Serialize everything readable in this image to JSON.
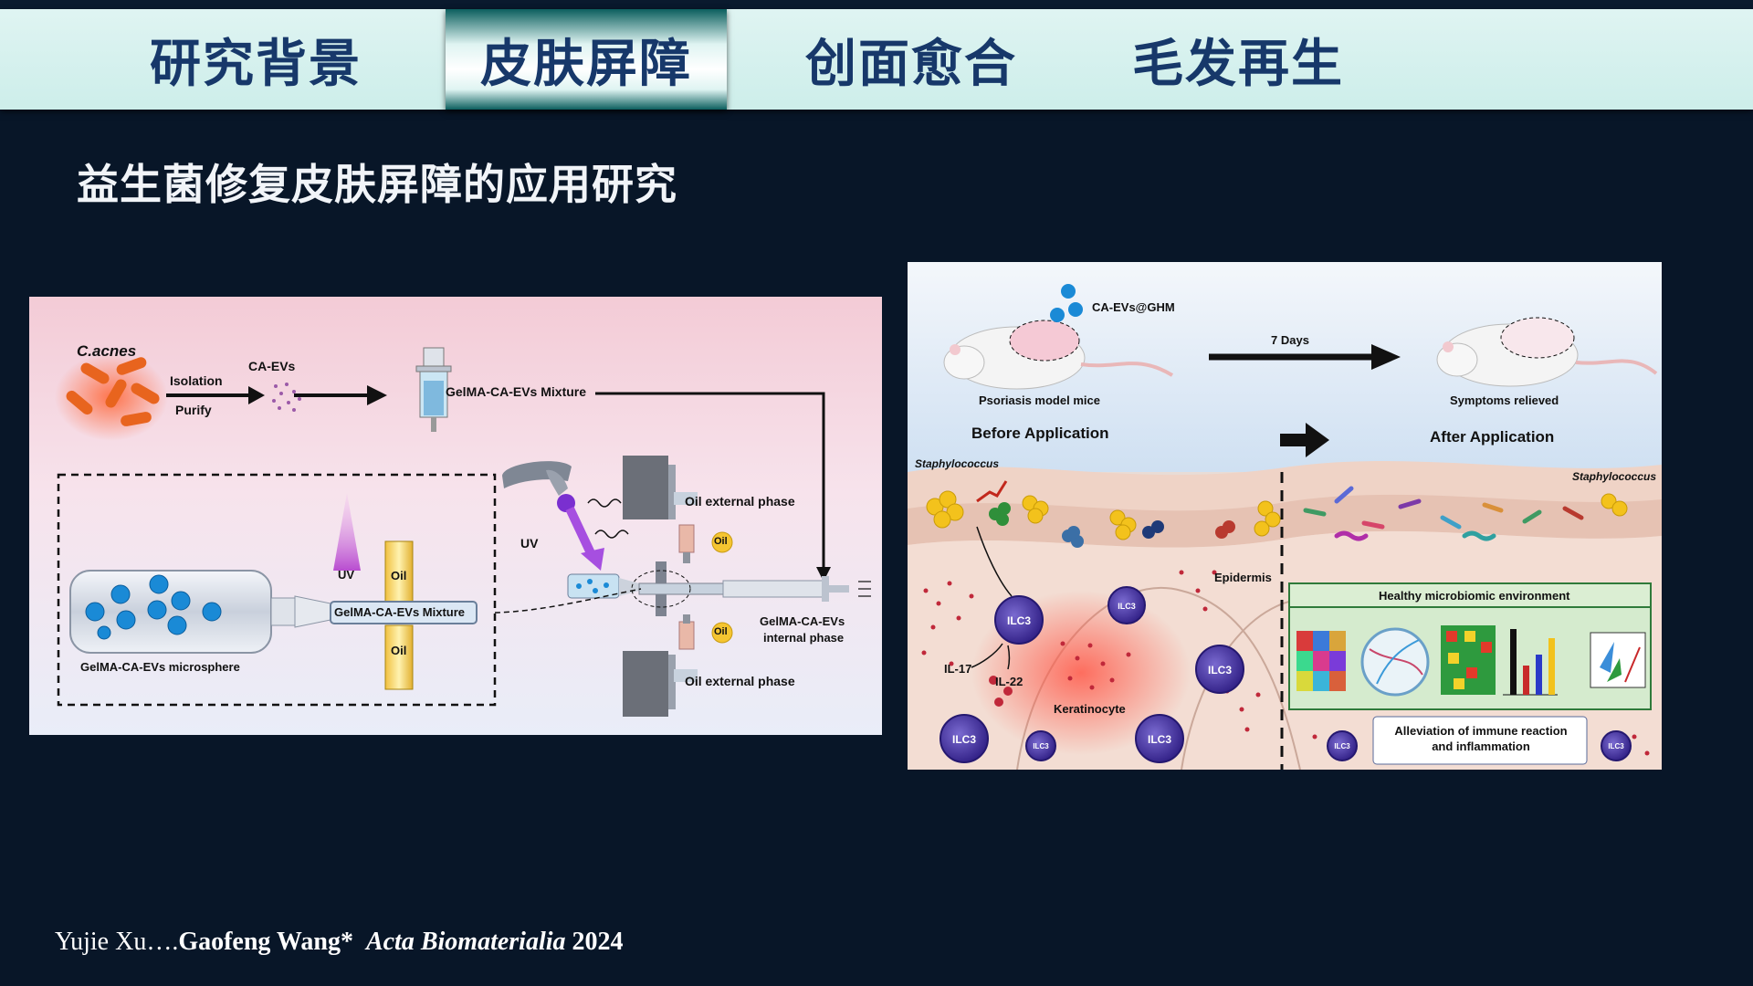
{
  "nav": {
    "tabs": [
      {
        "label": "研究背景",
        "active": false
      },
      {
        "label": "皮肤屏障",
        "active": true
      },
      {
        "label": "创面愈合",
        "active": false
      },
      {
        "label": "毛发再生",
        "active": false
      }
    ]
  },
  "title": "益生菌修复皮肤屏障的应用研究",
  "figure_left": {
    "bacteria_name": "C.acnes",
    "isolation": "Isolation",
    "purify": "Purify",
    "ca_evs": "CA-EVs",
    "syringe_mixture": "GelMA-CA-EVs Mixture",
    "uv_lamp": "UV",
    "oil_external_top": "Oil external phase",
    "oil_external_bottom": "Oil external phase",
    "oil": "Oil",
    "internal_phase_1": "GelMA-CA-EVs",
    "internal_phase_2": "internal phase",
    "inset_uv": "UV",
    "inset_oil_top": "Oil",
    "inset_oil_bottom": "Oil",
    "inset_mixture": "GelMA-CA-EVs Mixture",
    "microsphere": "GelMA-CA-EVs microsphere"
  },
  "figure_right": {
    "ca_evs_ghm": "CA-EVs@GHM",
    "days": "7 Days",
    "psoriasis_mice": "Psoriasis model mice",
    "before": "Before Application",
    "symptoms": "Symptoms relieved",
    "after": "After Application",
    "staph_left": "Staphylococcus",
    "staph_right": "Staphylococcus",
    "epidermis": "Epidermis",
    "healthy": "Healthy microbiomic environment",
    "il17": "IL-17",
    "il22": "IL-22",
    "keratinocyte": "Keratinocyte",
    "ilc3": "ILC3",
    "alleviation_1": "Alleviation of immune reaction",
    "alleviation_2": "and inflammation"
  },
  "citation": {
    "authors_a": "Yujie Xu….",
    "authors_b": "Gaofeng Wang*",
    "journal": "Acta Biomaterialia",
    "year": "2024"
  },
  "colors": {
    "background": "#081628",
    "nav_bg": "#d6f1ee",
    "tab_text": "#17386a",
    "title_text": "#f1f4f8"
  }
}
